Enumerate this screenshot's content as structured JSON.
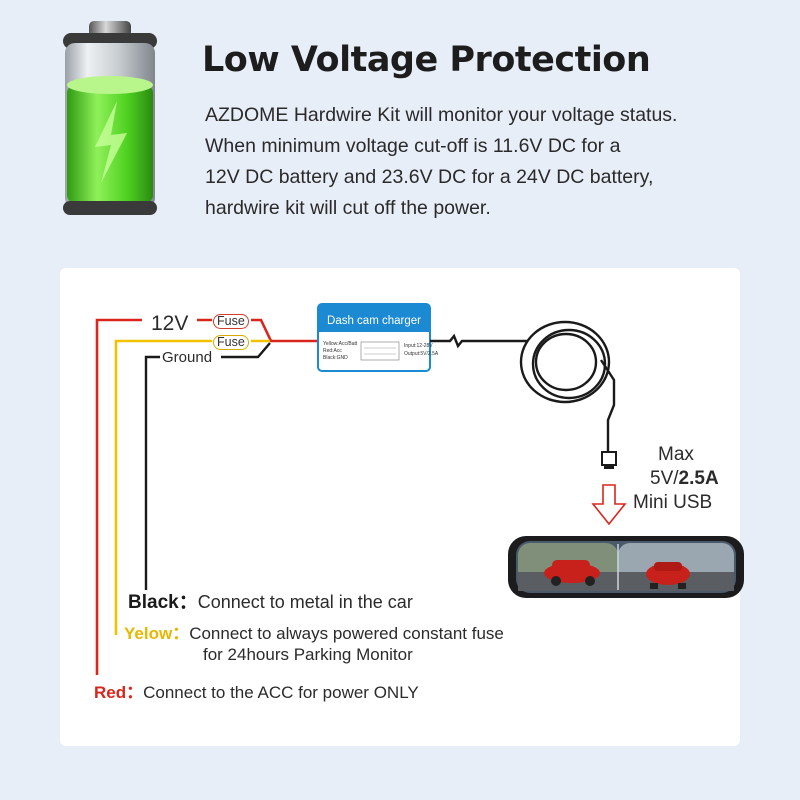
{
  "header": {
    "title": "Low Voltage Protection",
    "description_lines": [
      "AZDOME Hardwire Kit will monitor your voltage status.",
      "When minimum voltage cut-off is 11.6V DC for a",
      "12V DC battery and 23.6V DC for a 24V DC battery,",
      "hardwire kit will cut off the power."
    ]
  },
  "battery": {
    "icon": "charging-battery-icon",
    "fill_color": "#55d82a"
  },
  "wiring": {
    "voltage_label": "12V",
    "fuse_label": "Fuse",
    "ground_label": "Ground",
    "wire_colors": {
      "red": "#d9261c",
      "yellow": "#f2c200",
      "black": "#1a1a1a"
    }
  },
  "charger": {
    "title": "Dash cam charger",
    "wire_legend": [
      "Yellow:Acc/Batt",
      "Red:Acc",
      "Black:GND"
    ],
    "specs": [
      "Input:12-28V",
      "Output:5V/2.5A"
    ],
    "color": "#1b8ad3"
  },
  "output": {
    "max_label": "Max",
    "rating_voltage": "5V/",
    "rating_current": "2.5A",
    "connector_label": "Mini USB"
  },
  "legend": {
    "black": {
      "key": "Black：",
      "text": "Connect to metal in the car"
    },
    "yellow": {
      "key": "Yelow：",
      "text_line1": "Connect to always powered constant fuse",
      "text_line2": "for 24hours Parking Monitor"
    },
    "red": {
      "key": "Red：",
      "text": "Connect to the ACC for power ONLY"
    }
  }
}
